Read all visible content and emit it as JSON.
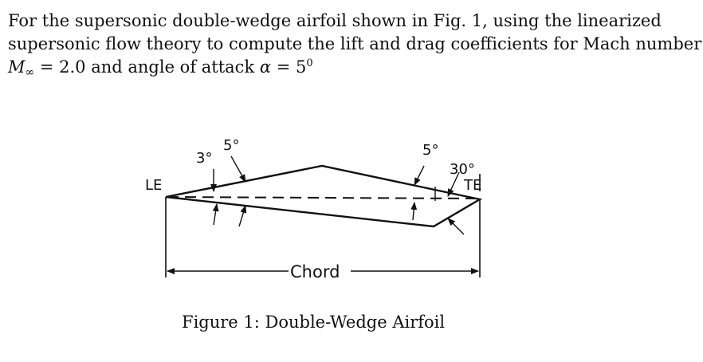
{
  "problem": {
    "line1": "For the supersonic double-wedge airfoil shown in Fig.  1, using the linearized",
    "line2": "supersonic flow theory to compute the lift and drag coefficients for Mach number",
    "line3_mach_symbol": "M",
    "line3_mach_subscript": "∞",
    "line3_mach_value": " = 2.0 and angle of attack ",
    "line3_alpha_symbol": "α",
    "line3_alpha_value": " = 5",
    "line3_alpha_superscript": "0"
  },
  "figure": {
    "label_le": "LE",
    "label_te": "TE",
    "label_angle_3": "3°",
    "label_angle_5_front": "5°",
    "label_angle_5_rear": "5°",
    "label_angle_30": "30°",
    "label_chord": "Chord"
  },
  "caption": "Figure 1: Double-Wedge Airfoil"
}
